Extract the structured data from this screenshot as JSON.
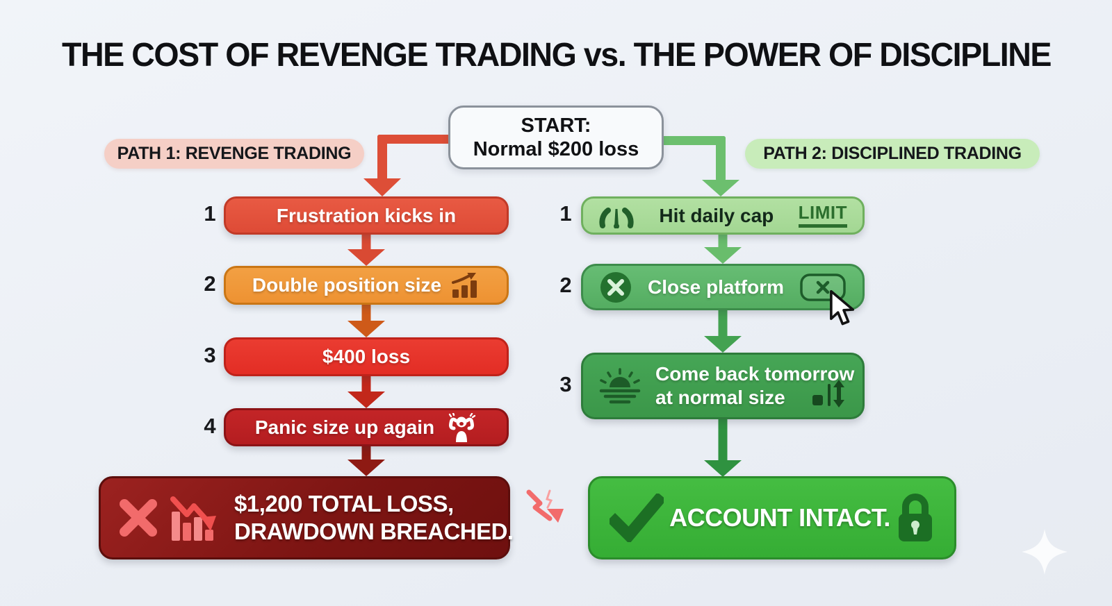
{
  "title": "THE COST OF REVENGE TRADING vs. THE POWER OF DISCIPLINE",
  "start": {
    "line1": "START:",
    "line2": "Normal $200 loss"
  },
  "paths": {
    "revenge": {
      "label": "PATH 1: REVENGE TRADING",
      "steps": [
        {
          "num": "1",
          "label": "Frustration kicks in"
        },
        {
          "num": "2",
          "label": "Double position size",
          "icon": "bar-chart-up-icon"
        },
        {
          "num": "3",
          "label": "$400 loss"
        },
        {
          "num": "4",
          "label": "Panic size up again",
          "icon": "panic-person-icon"
        }
      ],
      "outcome": {
        "line1": "$1,200 TOTAL LOSS,",
        "line2": "DRAWDOWN BREACHED.",
        "icons": [
          "x-mark-icon",
          "crash-chart-icon",
          "crash-arrow-icon"
        ]
      }
    },
    "disciplined": {
      "label": "PATH 2: DISCIPLINED TRADING",
      "steps": [
        {
          "num": "1",
          "label": "Hit daily cap",
          "tag": "LIMIT",
          "icon": "gauge-icon"
        },
        {
          "num": "2",
          "label": "Close platform",
          "icons": [
            "x-circle-icon",
            "close-button-icon",
            "cursor-icon"
          ]
        },
        {
          "num": "3",
          "line1": "Come back tomorrow",
          "line2": "at normal size",
          "icons": [
            "sunrise-icon",
            "size-adjust-icon"
          ]
        }
      ],
      "outcome": {
        "label": "ACCOUNT INTACT.",
        "icons": [
          "checkmark-icon",
          "lock-icon"
        ]
      }
    }
  },
  "watermark": "sparkle-icon",
  "colors": {
    "background": "#edf0f5",
    "revenge_step1": "#e2523c",
    "revenge_step2": "#f0993b",
    "revenge_step3": "#e63129",
    "revenge_step4": "#bc2022",
    "revenge_outcome": "#7b1613",
    "revenge_badge": "#f5cfc6",
    "disciplined_step1": "#aadb9b",
    "disciplined_step2": "#5cb468",
    "disciplined_step3": "#3f9f4f",
    "disciplined_outcome": "#3cb53b",
    "disciplined_badge": "#c8ecba",
    "revenge_arrow": "#d94a33",
    "disciplined_arrow": "#69bd6c",
    "light_red_icon": "#f26b6b",
    "dark_green_icon": "#1d5f28"
  }
}
